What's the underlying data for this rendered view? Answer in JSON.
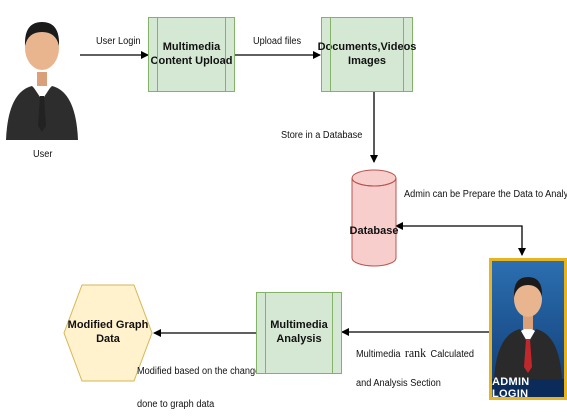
{
  "user": {
    "label": "User"
  },
  "edges": {
    "user_login": "User Login",
    "upload_files": "Upload files",
    "store_db": "Store in a Database",
    "admin_prepare": "Admin can be Prepare the Data to Analysis",
    "rank_line1_a": "Multimedia",
    "rank_word": "rank",
    "rank_line1_b": "Calculated",
    "rank_line2": "and Analysis Section",
    "modified_line1": "Modified based on the changes",
    "modified_line2": "done to graph data"
  },
  "nodes": {
    "content_upload_l1": "Multimedia",
    "content_upload_l2": "Content Upload",
    "documents_l1": "Documents,Videos",
    "documents_l2": "Images",
    "database": "Database",
    "analysis_l1": "Multimedia",
    "analysis_l2": "Analysis",
    "graph_l1": "Modified Graph",
    "graph_l2": "Data"
  },
  "admin": {
    "label": "ADMIN LOGIN"
  }
}
